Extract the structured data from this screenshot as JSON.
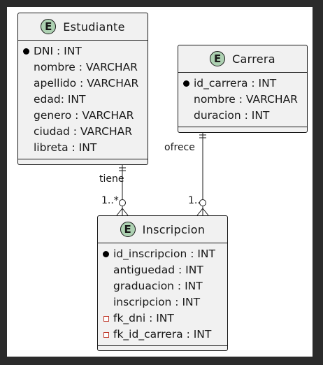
{
  "entities": {
    "estudiante": {
      "title": "Estudiante",
      "badge": "E",
      "fields": [
        {
          "text": "DNI : INT",
          "marker": "pk"
        },
        {
          "text": "nombre : VARCHAR",
          "marker": "none"
        },
        {
          "text": "apellido : VARCHAR",
          "marker": "none"
        },
        {
          "text": "edad: INT",
          "marker": "none"
        },
        {
          "text": "genero : VARCHAR",
          "marker": "none"
        },
        {
          "text": "ciudad : VARCHAR",
          "marker": "none"
        },
        {
          "text": "libreta : INT",
          "marker": "none"
        }
      ]
    },
    "carrera": {
      "title": "Carrera",
      "badge": "E",
      "fields": [
        {
          "text": "id_carrera : INT",
          "marker": "pk"
        },
        {
          "text": "nombre : VARCHAR",
          "marker": "none"
        },
        {
          "text": "duracion : INT",
          "marker": "none"
        }
      ]
    },
    "inscripcion": {
      "title": "Inscripcion",
      "badge": "E",
      "fields": [
        {
          "text": "id_inscripcion : INT",
          "marker": "pk"
        },
        {
          "text": "antiguedad : INT",
          "marker": "none"
        },
        {
          "text": "graduacion : INT",
          "marker": "none"
        },
        {
          "text": "inscripcion : INT",
          "marker": "none"
        },
        {
          "text": "fk_dni : INT",
          "marker": "fk"
        },
        {
          "text": "fk_id_carrera : INT",
          "marker": "fk"
        }
      ]
    }
  },
  "relations": [
    {
      "label": "tiene",
      "cardinality": "1..*"
    },
    {
      "label": "ofrece",
      "cardinality": "1..*"
    }
  ]
}
